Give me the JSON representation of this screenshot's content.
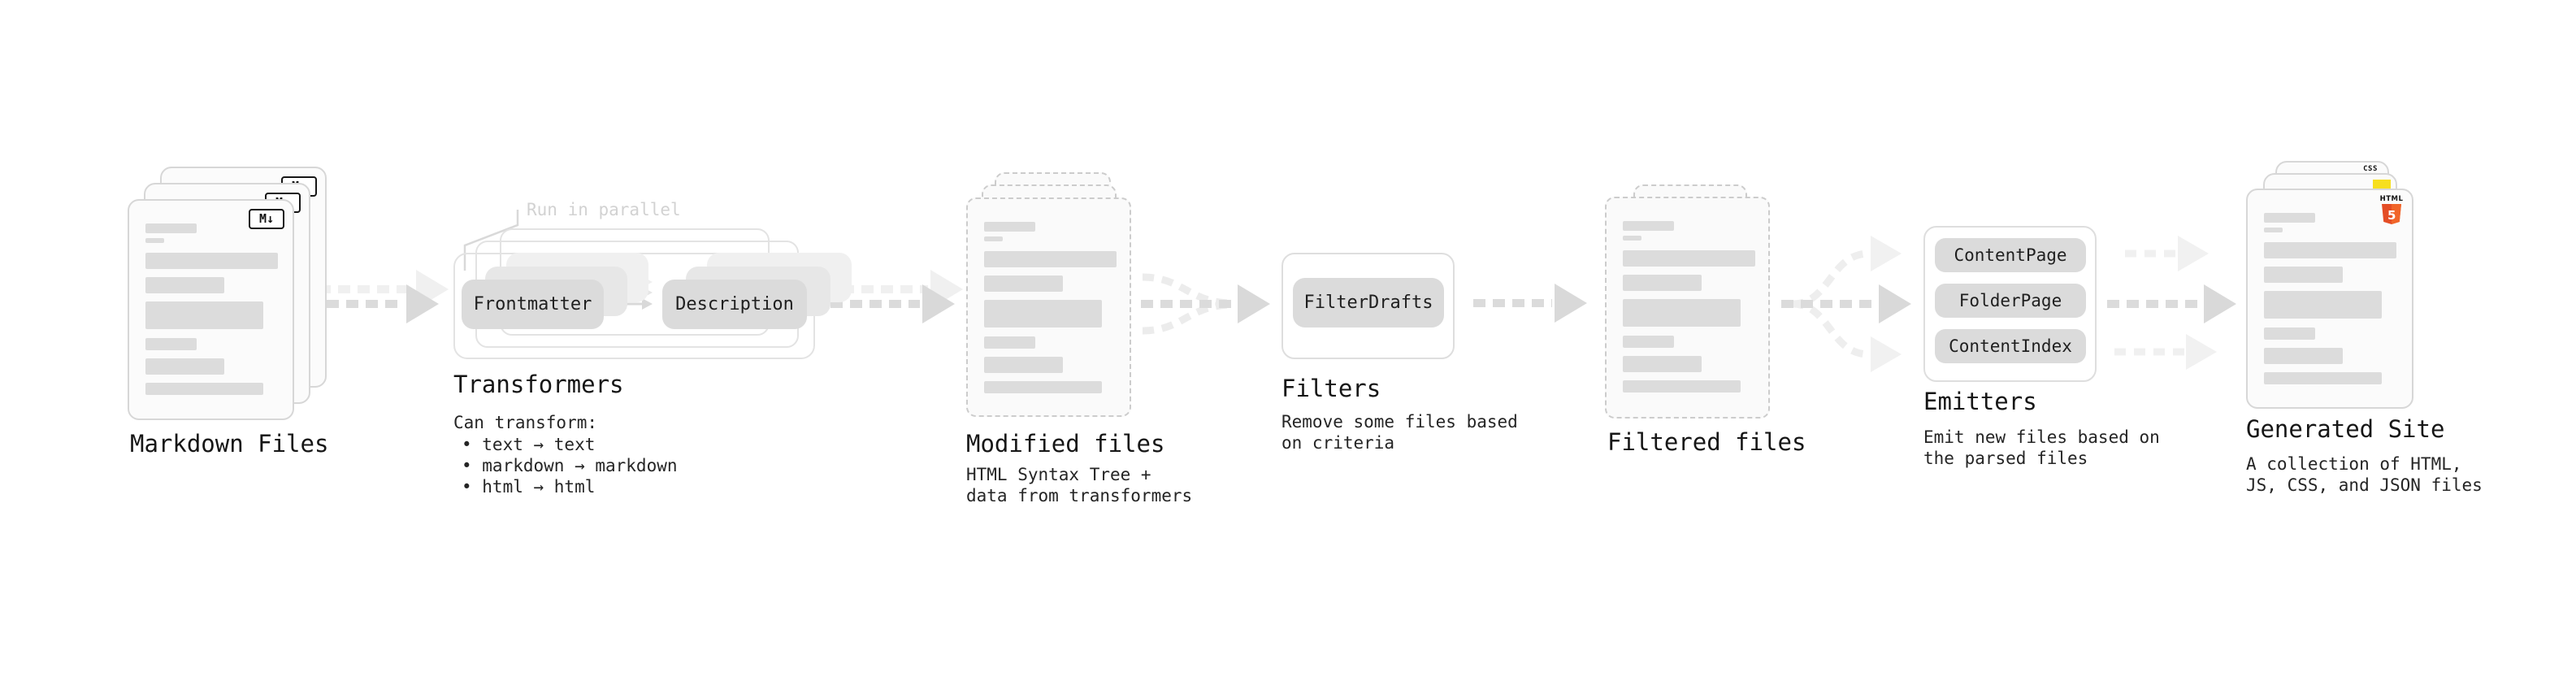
{
  "markdown_files": {
    "label": "Markdown Files",
    "badge": "M↓"
  },
  "transformers": {
    "label": "Transformers",
    "note": "Run in parallel",
    "pills": [
      "Frontmatter",
      "Description"
    ],
    "description_title": "Can transform:",
    "bullets": [
      "• text → text",
      "• markdown → markdown",
      "• html → html"
    ]
  },
  "modified_files": {
    "label": "Modified files",
    "description": [
      "HTML Syntax Tree +",
      "data from transformers"
    ]
  },
  "filters": {
    "label": "Filters",
    "pill": "FilterDrafts",
    "description": [
      "Remove some files based",
      "on criteria"
    ]
  },
  "filtered_files": {
    "label": "Filtered files"
  },
  "emitters": {
    "label": "Emitters",
    "pills": [
      "ContentPage",
      "FolderPage",
      "ContentIndex"
    ],
    "description": [
      "Emit new files based on",
      "the parsed files"
    ]
  },
  "generated_site": {
    "label": "Generated Site",
    "description": [
      "A collection of HTML,",
      "JS, CSS, and JSON files"
    ],
    "badges": {
      "html5_text": "HTML",
      "html5_number": "5",
      "css": "CSS"
    }
  },
  "colors": {
    "html5_orange": "#e44d26",
    "html5_orange_light": "#f16529",
    "js_yellow": "#f7df1e",
    "css_blue": "#2b63f5",
    "arrow_gray": "#dbdbdb",
    "arrow_light": "#f0f0f0",
    "skeleton_gray": "#dcdcdc"
  }
}
